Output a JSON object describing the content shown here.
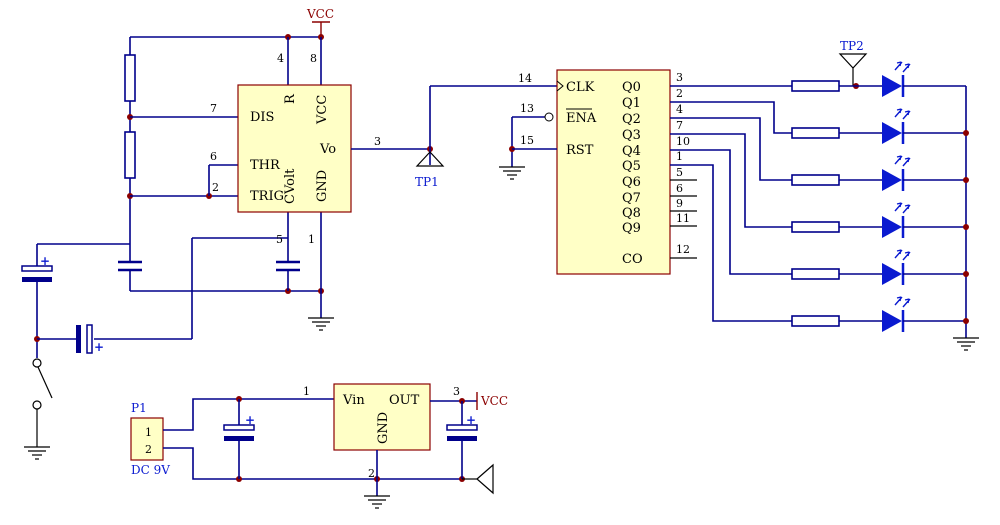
{
  "vcc_label": "VCC",
  "ic555": {
    "pins": {
      "R": "R",
      "VCC": "VCC",
      "DIS": "DIS",
      "THR": "THR",
      "TRIG": "TRIG",
      "CVolt": "CVolt",
      "GND": "GND",
      "Vo": "Vo"
    },
    "pin_numbers": {
      "R": "4",
      "VCC": "8",
      "DIS": "7",
      "THR": "6",
      "TRIG": "2",
      "CVolt": "5",
      "GND": "1",
      "Vo": "3"
    }
  },
  "counter": {
    "inputs": [
      {
        "name": "CLK",
        "num": "14"
      },
      {
        "name": "ENA",
        "num": "13"
      },
      {
        "name": "RST",
        "num": "15"
      }
    ],
    "outputs": [
      {
        "name": "Q0",
        "num": "3"
      },
      {
        "name": "Q1",
        "num": "2"
      },
      {
        "name": "Q2",
        "num": "4"
      },
      {
        "name": "Q3",
        "num": "7"
      },
      {
        "name": "Q4",
        "num": "10"
      },
      {
        "name": "Q5",
        "num": "1"
      },
      {
        "name": "Q6",
        "num": "5"
      },
      {
        "name": "Q7",
        "num": "6"
      },
      {
        "name": "Q8",
        "num": "9"
      },
      {
        "name": "Q9",
        "num": "11"
      },
      {
        "name": "CO",
        "num": "12"
      }
    ]
  },
  "test_points": {
    "tp1": "TP1",
    "tp2": "TP2"
  },
  "regulator": {
    "pins": {
      "Vin": "Vin",
      "OUT": "OUT",
      "GND": "GND"
    },
    "pin_numbers": {
      "Vin": "1",
      "OUT": "3",
      "GND": "2"
    },
    "vcc_label": "VCC"
  },
  "connector": {
    "name": "P1",
    "pin1": "1",
    "pin2": "2",
    "label": "DC 9V"
  },
  "capacitor_polarity": "+",
  "colors": {
    "wire": "#00008b",
    "chip_fill": "#ffffc6",
    "chip_border": "#8b0000",
    "led": "#0a1ad0",
    "net_label": "#8b0000"
  }
}
